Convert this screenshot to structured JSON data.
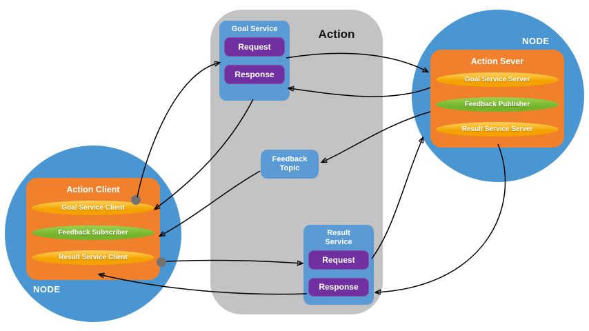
{
  "colors": {
    "circle-blue": "#4a96d3",
    "box-blue": "#5b9bd5",
    "orange": "#f0802b",
    "purple": "#7030a0",
    "gray-panel": "#c3c3c3",
    "dot-gray": "#737373",
    "yellow-hi": "#ffd35c",
    "yellow-lo": "#f3a200",
    "green-hi": "#9ad24f",
    "green-lo": "#74b42c"
  },
  "action_panel": {
    "title": "Action"
  },
  "goal_service": {
    "title": "Goal Service",
    "request": "Request",
    "response": "Response"
  },
  "feedback_topic": {
    "title": "Feedback Topic"
  },
  "result_service": {
    "title": "Result Service",
    "request": "Request",
    "response": "Response"
  },
  "client_node": {
    "node_label": "NODE",
    "title": "Action Client",
    "items": [
      {
        "label": "Goal Service Client",
        "kind": "service"
      },
      {
        "label": "Feedback Subscriber",
        "kind": "topic"
      },
      {
        "label": "Result Service Client",
        "kind": "service"
      }
    ]
  },
  "server_node": {
    "node_label": "NODE",
    "title": "Action Sever",
    "items": [
      {
        "label": "Goal Service Server",
        "kind": "service"
      },
      {
        "label": "Feedback Publisher",
        "kind": "topic"
      },
      {
        "label": "Result Service Server",
        "kind": "service"
      }
    ]
  },
  "edges": [
    {
      "from": "goal-service-client",
      "to": "goal-request"
    },
    {
      "from": "goal-request",
      "to": "goal-service-server"
    },
    {
      "from": "goal-service-server",
      "to": "goal-response"
    },
    {
      "from": "goal-response",
      "to": "goal-service-client"
    },
    {
      "from": "feedback-publisher",
      "to": "feedback-topic"
    },
    {
      "from": "feedback-topic",
      "to": "feedback-subscriber"
    },
    {
      "from": "result-service-client",
      "to": "result-request"
    },
    {
      "from": "result-request",
      "to": "result-service-server"
    },
    {
      "from": "result-service-server",
      "to": "result-response"
    },
    {
      "from": "result-response",
      "to": "result-service-client"
    }
  ]
}
